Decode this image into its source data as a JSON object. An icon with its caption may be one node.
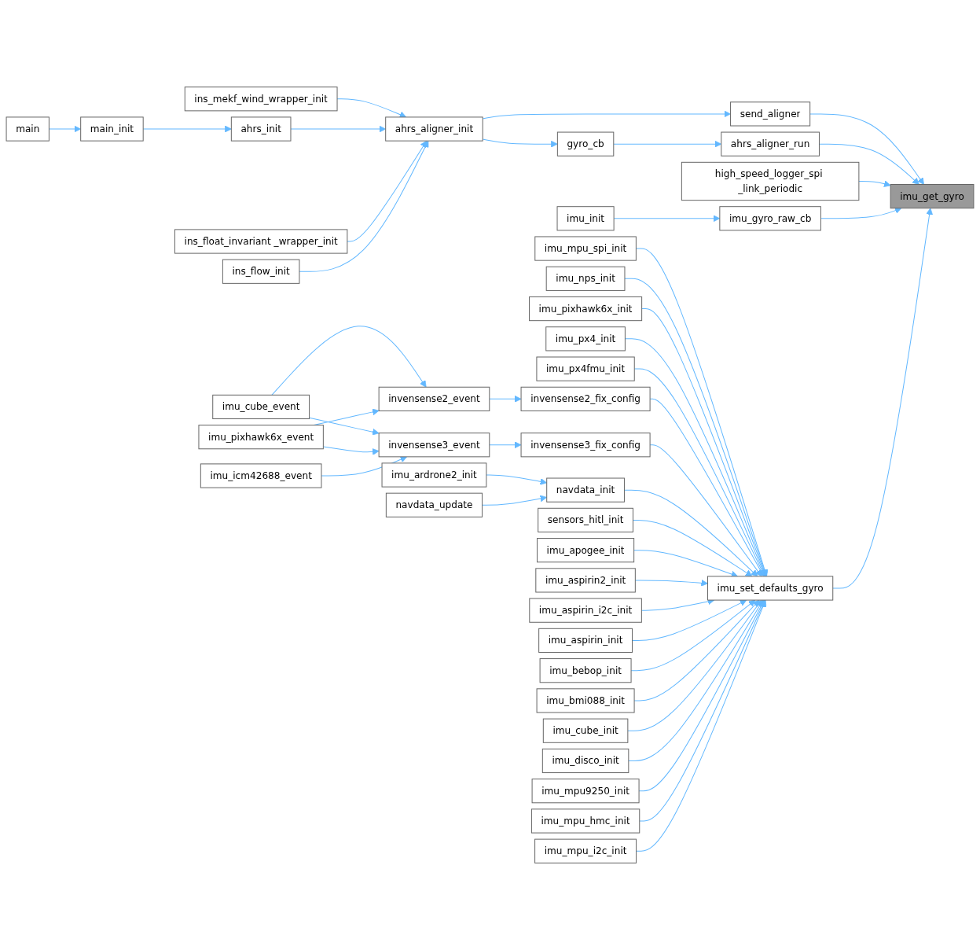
{
  "diagram": {
    "nodes": [
      {
        "text": [
          "main"
        ]
      },
      {
        "text": [
          "main_init"
        ]
      },
      {
        "text": [
          "ins_mekf_wind_wrapper_init"
        ]
      },
      {
        "text": [
          "ahrs_init"
        ]
      },
      {
        "text": [
          "ins_float_invariant _wrapper_init"
        ]
      },
      {
        "text": [
          "ins_flow_init"
        ]
      },
      {
        "text": [
          "ahrs_aligner_init"
        ]
      },
      {
        "text": [
          "gyro_cb"
        ]
      },
      {
        "text": [
          "send_aligner"
        ]
      },
      {
        "text": [
          "ahrs_aligner_run"
        ]
      },
      {
        "text": [
          "high_speed_logger_spi _link_periodic"
        ]
      },
      {
        "text": [
          "imu_init"
        ]
      },
      {
        "text": [
          "imu_gyro_raw_cb"
        ]
      },
      {
        "text": [
          "imu_get_gyro"
        ]
      },
      {
        "text": [
          "imu_mpu_spi_init"
        ]
      },
      {
        "text": [
          "imu_nps_init"
        ]
      },
      {
        "text": [
          "imu_pixhawk6x_init"
        ]
      },
      {
        "text": [
          "imu_px4_init"
        ]
      },
      {
        "text": [
          "imu_px4fmu_init"
        ]
      },
      {
        "text": [
          "imu_cube_event"
        ]
      },
      {
        "text": [
          "imu_pixhawk6x_event"
        ]
      },
      {
        "text": [
          "imu_icm42688_event"
        ]
      },
      {
        "text": [
          "invensense2_event"
        ]
      },
      {
        "text": [
          "invensense3_event"
        ]
      },
      {
        "text": [
          "invensense2_fix_config"
        ]
      },
      {
        "text": [
          "invensense3_fix_config"
        ]
      },
      {
        "text": [
          "imu_ardrone2_init"
        ]
      },
      {
        "text": [
          "navdata_update"
        ]
      },
      {
        "text": [
          "navdata_init"
        ]
      },
      {
        "text": [
          "sensors_hitl_init"
        ]
      },
      {
        "text": [
          "imu_apogee_init"
        ]
      },
      {
        "text": [
          "imu_aspirin2_init"
        ]
      },
      {
        "text": [
          "imu_aspirin_i2c_init"
        ]
      },
      {
        "text": [
          "imu_aspirin_init"
        ]
      },
      {
        "text": [
          "imu_bebop_init"
        ]
      },
      {
        "text": [
          "imu_bmi088_init"
        ]
      },
      {
        "text": [
          "imu_cube_init"
        ]
      },
      {
        "text": [
          "imu_disco_init"
        ]
      },
      {
        "text": [
          "imu_mpu9250_init"
        ]
      },
      {
        "text": [
          "imu_mpu_hmc_init"
        ]
      },
      {
        "text": [
          "imu_mpu_i2c_init"
        ]
      },
      {
        "text": [
          "imu_set_defaults_gyro"
        ]
      }
    ],
    "edges": [
      {
        "from": 0,
        "to": 1,
        "arrow": "to"
      },
      {
        "from": 1,
        "to": 3,
        "arrow": "to"
      },
      {
        "from": 2,
        "to": 6,
        "arrow": "to"
      },
      {
        "from": 3,
        "to": 6,
        "arrow": "to"
      },
      {
        "from": 4,
        "to": 6,
        "arrow": "to"
      },
      {
        "from": 5,
        "to": 6,
        "arrow": "to"
      },
      {
        "from": 6,
        "to": 8,
        "arrow": "to"
      },
      {
        "from": 6,
        "to": 7,
        "arrow": "to"
      },
      {
        "from": 7,
        "to": 9,
        "arrow": "to"
      },
      {
        "from": 8,
        "to": 13,
        "arrow": "to"
      },
      {
        "from": 9,
        "to": 13,
        "arrow": "to"
      },
      {
        "from": 10,
        "to": 13,
        "arrow": "to"
      },
      {
        "from": 11,
        "to": 12,
        "arrow": "to"
      },
      {
        "from": 12,
        "to": 13,
        "arrow": "to"
      },
      {
        "from": 41,
        "to": 13,
        "arrow": "to"
      },
      {
        "from": 14,
        "to": 41,
        "arrow": "to"
      },
      {
        "from": 15,
        "to": 41,
        "arrow": "to"
      },
      {
        "from": 16,
        "to": 41,
        "arrow": "to"
      },
      {
        "from": 17,
        "to": 41,
        "arrow": "to"
      },
      {
        "from": 18,
        "to": 41,
        "arrow": "to"
      },
      {
        "from": 19,
        "to": 22,
        "arrow": "to"
      },
      {
        "from": 19,
        "to": 23,
        "arrow": "to"
      },
      {
        "from": 20,
        "to": 22,
        "arrow": "to"
      },
      {
        "from": 20,
        "to": 23,
        "arrow": "to"
      },
      {
        "from": 21,
        "to": 23,
        "arrow": "to"
      },
      {
        "from": 22,
        "to": 24,
        "arrow": "to"
      },
      {
        "from": 23,
        "to": 25,
        "arrow": "to"
      },
      {
        "from": 24,
        "to": 41,
        "arrow": "to"
      },
      {
        "from": 25,
        "to": 41,
        "arrow": "to"
      },
      {
        "from": 26,
        "to": 28,
        "arrow": "to"
      },
      {
        "from": 27,
        "to": 28,
        "arrow": "to"
      },
      {
        "from": 28,
        "to": 41,
        "arrow": "to"
      },
      {
        "from": 29,
        "to": 41,
        "arrow": "to"
      },
      {
        "from": 30,
        "to": 41,
        "arrow": "to"
      },
      {
        "from": 31,
        "to": 41,
        "arrow": "to"
      },
      {
        "from": 32,
        "to": 41,
        "arrow": "to"
      },
      {
        "from": 33,
        "to": 41,
        "arrow": "to"
      },
      {
        "from": 34,
        "to": 41,
        "arrow": "to"
      },
      {
        "from": 35,
        "to": 41,
        "arrow": "to"
      },
      {
        "from": 36,
        "to": 41,
        "arrow": "to"
      },
      {
        "from": 37,
        "to": 41,
        "arrow": "to"
      },
      {
        "from": 38,
        "to": 41,
        "arrow": "to"
      },
      {
        "from": 39,
        "to": 41,
        "arrow": "to"
      },
      {
        "from": 40,
        "to": 41,
        "arrow": "to"
      }
    ]
  }
}
